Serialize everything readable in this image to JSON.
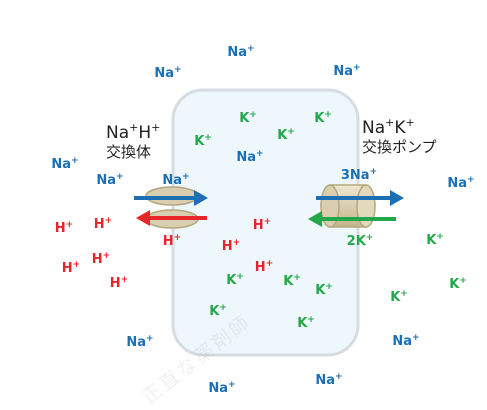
{
  "colors": {
    "na": "#1a6fb5",
    "k": "#22a84a",
    "h": "#e8252a",
    "cell_fill": "#eef7fc",
    "cell_stroke": "#d5dde2",
    "exchanger_fill": "#d9ceb0",
    "exchanger_stroke": "#b4a87f"
  },
  "ions": {
    "na": {
      "base": "Na",
      "charge": "+"
    },
    "k": {
      "base": "K",
      "charge": "+"
    },
    "h": {
      "base": "H",
      "charge": "+"
    },
    "na3": {
      "base": "3Na",
      "charge": "+"
    },
    "k2": {
      "base": "2K",
      "charge": "+"
    }
  },
  "exchanger": {
    "title_ion1": "Na",
    "title_ion1_charge": "+",
    "title_ion2": "H",
    "title_ion2_charge": "+",
    "subtitle": "交換体",
    "arrow_out_color": "#1a6fb5",
    "arrow_in_color": "#e8252a"
  },
  "pump": {
    "title_ion1": "Na",
    "title_ion1_charge": "+",
    "title_ion2": "K",
    "title_ion2_charge": "+",
    "subtitle": "交換ポンプ",
    "arrow_out_color": "#1a6fb5",
    "arrow_in_color": "#22a84a"
  },
  "watermark": "正直な薬剤師"
}
